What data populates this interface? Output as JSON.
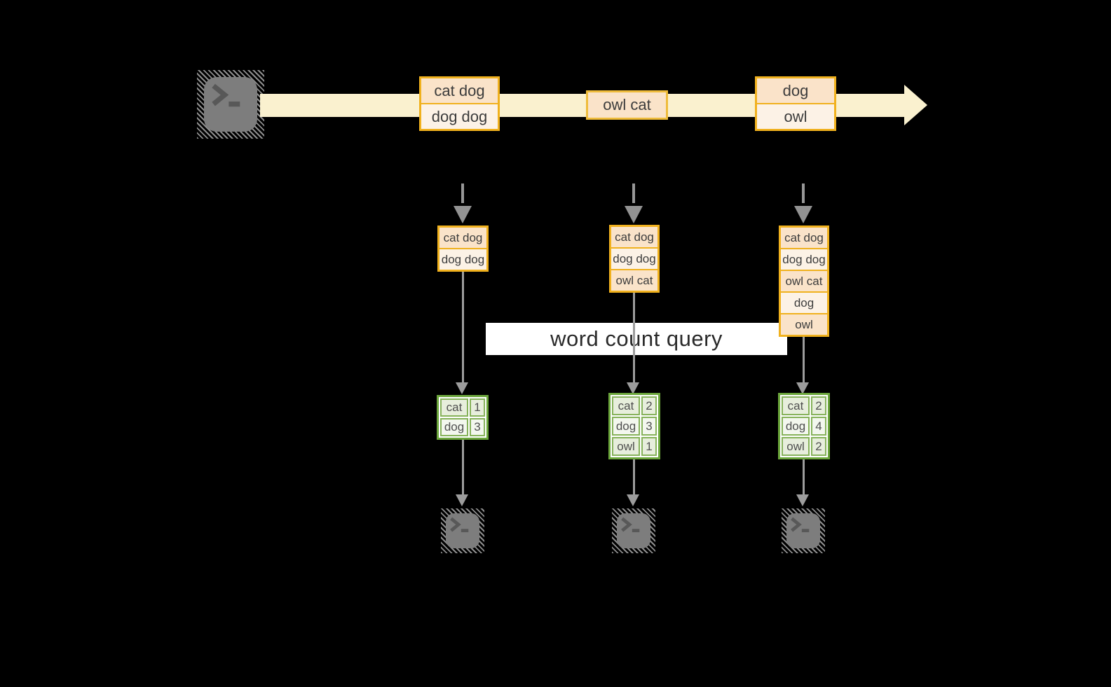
{
  "title": "word count query",
  "colors": {
    "background": "#000000",
    "stream_fill": "#FAF1CF",
    "record_border": "#F0B11E",
    "record_cell_peach": "#FAE3C9",
    "record_cell_cream": "#FCF2E6",
    "table_border": "#6CA63C",
    "table_cell_sage": "#E7EEDC",
    "table_cell_pale": "#F3F7EE",
    "arrow_gray": "#9C9C9C",
    "terminal_gray": "#7d7d7d",
    "query_label_bg": "#ffffff"
  },
  "icons": {
    "source": "terminal-icon",
    "outputs": [
      "terminal-icon",
      "terminal-icon",
      "terminal-icon"
    ]
  },
  "stream_records": [
    {
      "lines": [
        "cat dog",
        "dog dog"
      ]
    },
    {
      "lines": [
        "owl cat"
      ]
    },
    {
      "lines": [
        "dog",
        "owl"
      ]
    }
  ],
  "snapshots": [
    {
      "records": [
        "cat dog",
        "dog dog"
      ]
    },
    {
      "records": [
        "cat dog",
        "dog dog",
        "owl cat"
      ]
    },
    {
      "records": [
        "cat dog",
        "dog dog",
        "owl cat",
        "dog",
        "owl"
      ]
    }
  ],
  "counts": [
    {
      "rows": [
        [
          "cat",
          "1"
        ],
        [
          "dog",
          "3"
        ]
      ]
    },
    {
      "rows": [
        [
          "cat",
          "2"
        ],
        [
          "dog",
          "3"
        ],
        [
          "owl",
          "1"
        ]
      ]
    },
    {
      "rows": [
        [
          "cat",
          "2"
        ],
        [
          "dog",
          "4"
        ],
        [
          "owl",
          "2"
        ]
      ]
    }
  ]
}
